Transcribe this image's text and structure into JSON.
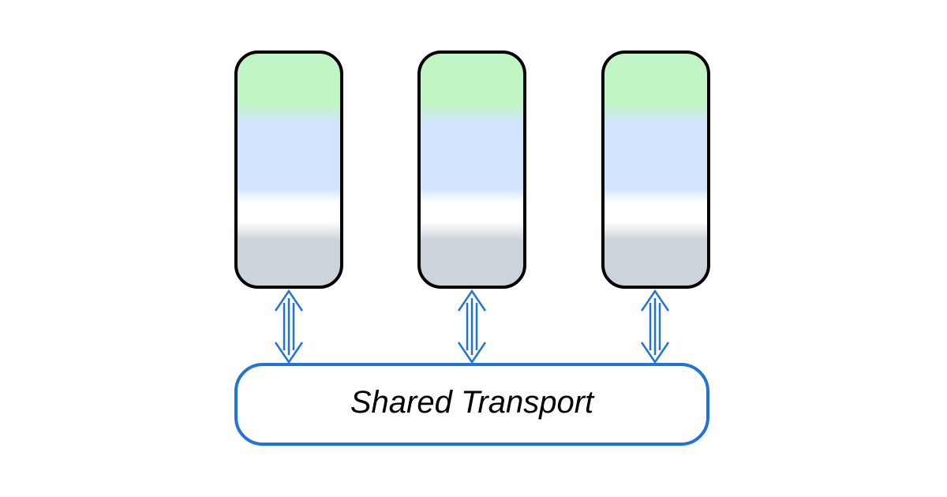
{
  "transport": {
    "label": "Shared Transport",
    "border_color": "#1f74d8"
  },
  "connectors": {
    "color": "#1f74d8",
    "direction": "bidirectional"
  },
  "stacks": {
    "count": 3,
    "border_color": "#000000",
    "layers": [
      {
        "name": "top",
        "color": "#c2f5c5"
      },
      {
        "name": "upper-middle",
        "color": "#d0e4fc"
      },
      {
        "name": "lower-middle",
        "color": "#ffffff"
      },
      {
        "name": "bottom",
        "color": "#cdd3db"
      }
    ]
  }
}
